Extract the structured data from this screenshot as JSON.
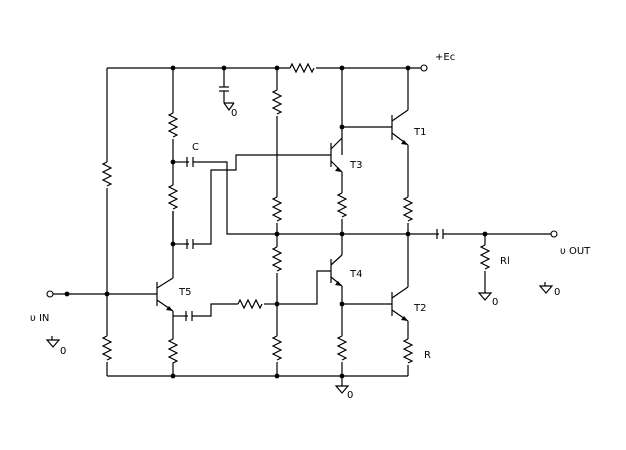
{
  "labels": {
    "supply": "+Ec",
    "input": "υ IN",
    "output": "υ OUT",
    "t1": "T1",
    "t2": "T2",
    "t3": "T3",
    "t4": "T4",
    "t5": "T5",
    "cap_c": "C",
    "rl": "Rl",
    "r": "R",
    "gnd": "0"
  }
}
